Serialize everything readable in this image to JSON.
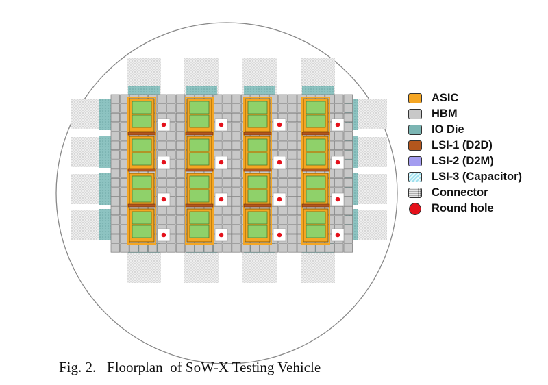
{
  "legend": {
    "items": [
      {
        "label": "ASIC",
        "color": "#f5a623",
        "icon": "asic-swatch-icon"
      },
      {
        "label": "HBM",
        "color": "#c8c8c8",
        "icon": "hbm-swatch-icon"
      },
      {
        "label": "IO Die",
        "color": "#7bb5b3",
        "icon": "io-die-swatch-icon"
      },
      {
        "label": "LSI-1 (D2D)",
        "color": "#b3561d",
        "icon": "lsi1-swatch-icon"
      },
      {
        "label": "LSI-2 (D2M)",
        "color": "#a39cf0",
        "icon": "lsi2-swatch-icon"
      },
      {
        "label": "LSI-3 (Capacitor)",
        "color": "#9ee0ee",
        "icon": "lsi3-swatch-icon"
      },
      {
        "label": "Connector",
        "color": "#e6e6e6",
        "icon": "connector-swatch-icon"
      },
      {
        "label": "Round hole",
        "color": "#e4111b",
        "icon": "round-hole-swatch-icon"
      }
    ]
  },
  "caption": "Fig. 2.   Floorplan  of SoW-X Testing Vehicle",
  "colors": {
    "asic": "#f5a623",
    "asic_core": "#8fd16a",
    "hbm": "#c8c8c8",
    "io_die": "#7bb5b3",
    "lsi1": "#b3561d",
    "connector": "#e6e6e6",
    "hole": "#e4111b",
    "wafer_edge": "#888888"
  }
}
